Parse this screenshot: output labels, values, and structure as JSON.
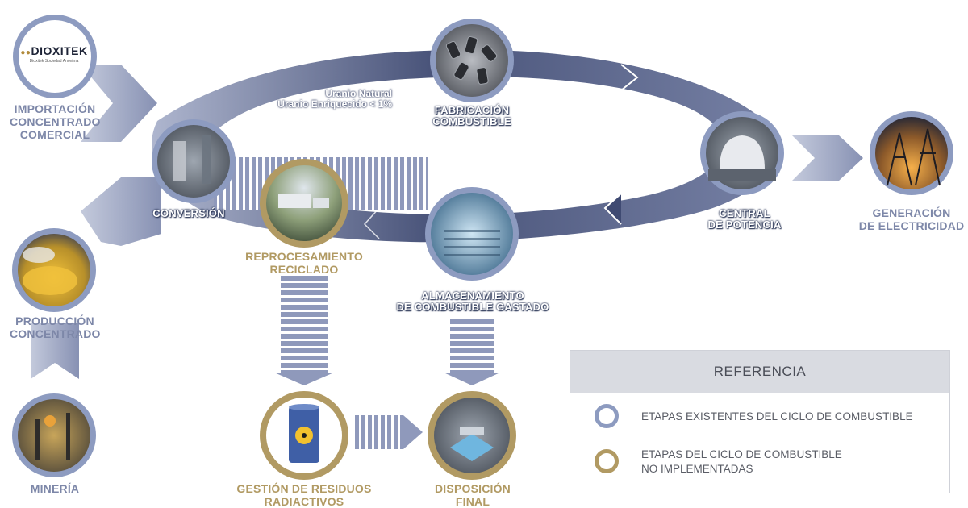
{
  "logo": {
    "brand": "DIOXITEK",
    "tagline": "Dioxitek Sociedad Anónima"
  },
  "stages": {
    "importacion": [
      "IMPORTACIÓN",
      "CONCENTRADO",
      "COMERCIAL"
    ],
    "produccion": [
      "PRODUCCIÓN",
      "CONCENTRADO"
    ],
    "mineria": [
      "MINERÍA"
    ],
    "conversion": [
      "CONVERSIÓN"
    ],
    "fabricacion": [
      "FABRICACIÓN",
      "COMBUSTIBLE"
    ],
    "central": [
      "CENTRAL",
      "DE POTENCIA"
    ],
    "generacion": [
      "GENERACIÓN",
      "DE ELECTRICIDAD"
    ],
    "reprocesamiento": [
      "REPROCESAMIENTO",
      "RECICLADO"
    ],
    "almacenamiento": [
      "ALMACENAMIENTO",
      "DE COMBUSTIBLE GASTADO"
    ],
    "gestion": [
      "GESTIÓN DE RESIDUOS",
      "RADIACTIVOS"
    ],
    "disposicion": [
      "DISPOSICIÓN",
      "FINAL"
    ]
  },
  "ring_text": [
    "Uranio Natural",
    "Uranio Enriquecido < 1%"
  ],
  "legend": {
    "title": "REFERENCIA",
    "existing": "ETAPAS EXISTENTES DEL CICLO DE COMBUSTIBLE",
    "not_implemented": [
      "ETAPAS DEL CICLO DE COMBUSTIBLE",
      "NO IMPLEMENTADAS"
    ]
  },
  "colors": {
    "ring_dark": "#3f4a72",
    "ring_light": "#9aa4c2",
    "blue_stage": "#8d9bc0",
    "gold_stage": "#b19a63",
    "label_blue": "#7d87a8",
    "label_gold": "#b19a63"
  }
}
